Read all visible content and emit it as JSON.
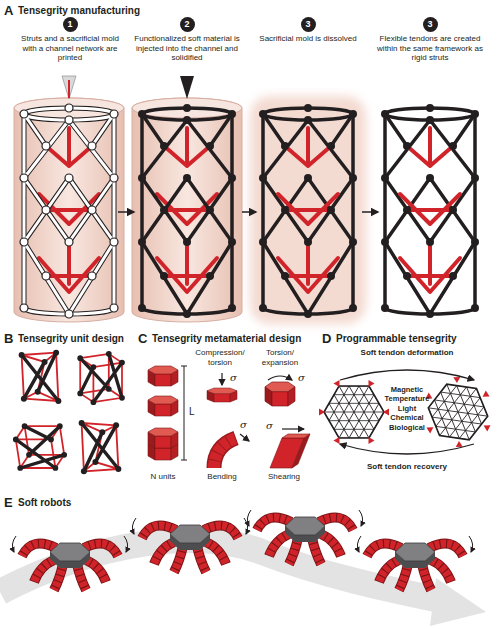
{
  "diagram": {
    "labels": [
      "A",
      "Tensegrity manufacturing",
      "1",
      "Struts and a sacrificial mold with a channel network are printed",
      "2",
      "Functionalized soft material is injected into the channel and solidified",
      "3",
      "Sacrificial mold is dissolved",
      "3",
      "Flexible tendons are created within the same framework as rigid struts",
      "B",
      "Tensegrity unit design",
      "C",
      "Tensegrity metamaterial design",
      "D",
      "Programmable tensegrity",
      "Compression/ torsion",
      "Torsion/ expansion",
      "σ",
      "σ",
      "L",
      "N units",
      "σ",
      "σ",
      "Bending",
      "Shearing",
      "Soft tendon deformation",
      "Magnetic Temperature Light Chemical Biological",
      "Soft tendon recovery",
      "E",
      "Soft robots"
    ]
  }
}
